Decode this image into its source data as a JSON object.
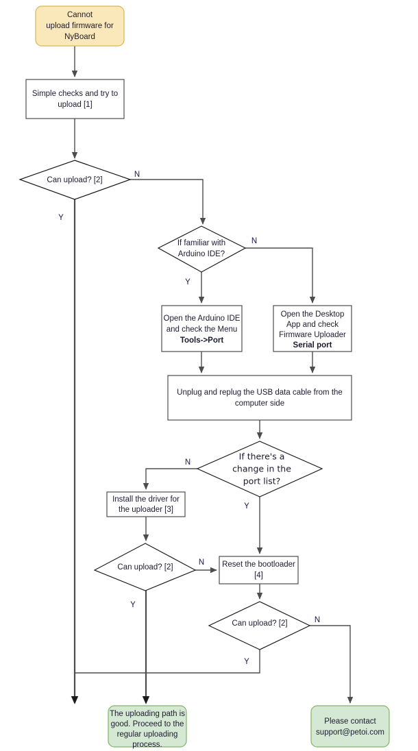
{
  "diagram": {
    "title": "Cannot upload firmware for NyBoard troubleshooting flowchart",
    "colors": {
      "start_fill": "#fbe8ba",
      "start_stroke": "#d6b656",
      "end_fill": "#d5e8d4",
      "end_stroke": "#82b366",
      "process_fill": "#ffffff",
      "process_stroke": "#4d4d4d",
      "decision_stroke": "#1b1b1b",
      "text": "#1b1b2f",
      "background": "#ffffff"
    }
  },
  "nodes": {
    "start": {
      "type": "terminator",
      "lines": [
        "Cannot",
        "upload firmware for",
        "NyBoard"
      ]
    },
    "simple_checks": {
      "type": "process",
      "lines": [
        "Simple checks and try to",
        "upload [1]"
      ]
    },
    "can_upload_1": {
      "type": "decision",
      "lines": [
        "Can upload? [2]"
      ]
    },
    "familiar_ide": {
      "type": "decision",
      "lines": [
        "If familiar with",
        "Arduino IDE?"
      ]
    },
    "arduino_ide": {
      "type": "process",
      "lines": [
        "Open the Arduino IDE",
        "and check the Menu"
      ],
      "bold_line": "Tools->Port"
    },
    "desktop_app": {
      "type": "process",
      "lines": [
        "Open the Desktop",
        "App and check",
        "Firmware Uploader"
      ],
      "bold_line": "Serial port"
    },
    "unplug": {
      "type": "process",
      "lines": [
        "Unplug and replug the USB data cable from the",
        "computer side"
      ]
    },
    "port_change": {
      "type": "decision",
      "lines": [
        "If there's a",
        "change in the",
        "port list?"
      ]
    },
    "install_driver": {
      "type": "process",
      "lines": [
        "Install the driver for",
        "the uploader [3]"
      ]
    },
    "can_upload_2": {
      "type": "decision",
      "lines": [
        "Can upload? [2]"
      ]
    },
    "reset_bootloader": {
      "type": "process",
      "lines": [
        "Reset the bootloader",
        "[4]"
      ]
    },
    "can_upload_3": {
      "type": "decision",
      "lines": [
        "Can upload? [2]"
      ]
    },
    "success": {
      "type": "terminator",
      "lines": [
        "The uploading path is",
        "good. Proceed to the",
        "regular uploading",
        "process."
      ]
    },
    "contact": {
      "type": "terminator",
      "lines": [
        "Please contact",
        "support@petoi.com"
      ]
    }
  },
  "edge_labels": {
    "can_upload_1_no": "N",
    "can_upload_1_yes": "Y",
    "familiar_ide_no": "N",
    "familiar_ide_yes": "Y",
    "port_change_no": "N",
    "port_change_yes": "Y",
    "can_upload_2_no": "N",
    "can_upload_2_yes": "Y",
    "can_upload_3_no": "N",
    "can_upload_3_yes": "Y"
  }
}
